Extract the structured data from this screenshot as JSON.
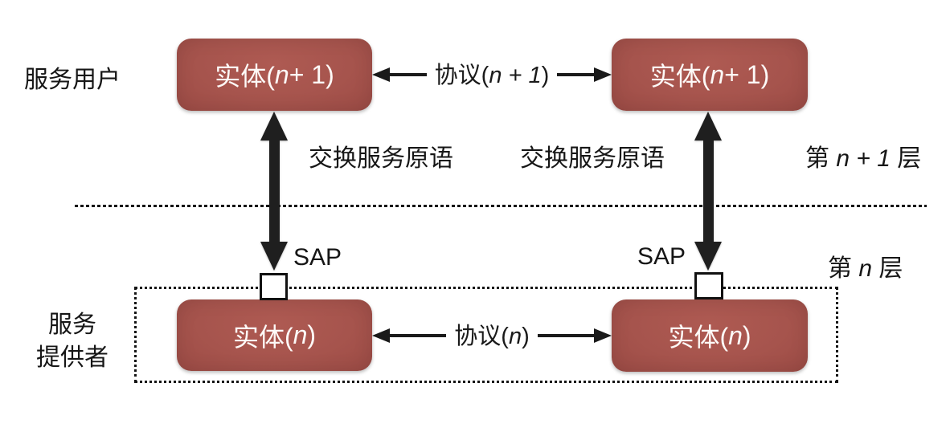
{
  "labels": {
    "service_user": "服务用户",
    "service_provider": [
      "服务",
      "提供者"
    ],
    "primitives_left": "交换服务原语",
    "primitives_right": "交换服务原语",
    "sap_left": "SAP",
    "sap_right": "SAP"
  },
  "layers": {
    "upper": {
      "pre": "第 ",
      "var": "n + 1",
      "post": " 层"
    },
    "lower": {
      "pre": "第 ",
      "var": "n",
      "post": " 层"
    }
  },
  "entities": {
    "top_left": {
      "pre": "实体(",
      "var": "n",
      "post": " + 1)"
    },
    "top_right": {
      "pre": "实体(",
      "var": "n",
      "post": " + 1)"
    },
    "bottom_left": {
      "pre": "实体(",
      "var": "n",
      "post": ")"
    },
    "bottom_right": {
      "pre": "实体(",
      "var": "n",
      "post": ")"
    }
  },
  "protocols": {
    "upper": {
      "pre": "协议(",
      "var": "n + 1",
      "post": ")"
    },
    "lower": {
      "pre": "协议(",
      "var": "n",
      "post": ")"
    }
  },
  "colors": {
    "entity_fill": "#a6544d",
    "entity_text": "#fdf9f7",
    "line": "#1a1a1a"
  }
}
